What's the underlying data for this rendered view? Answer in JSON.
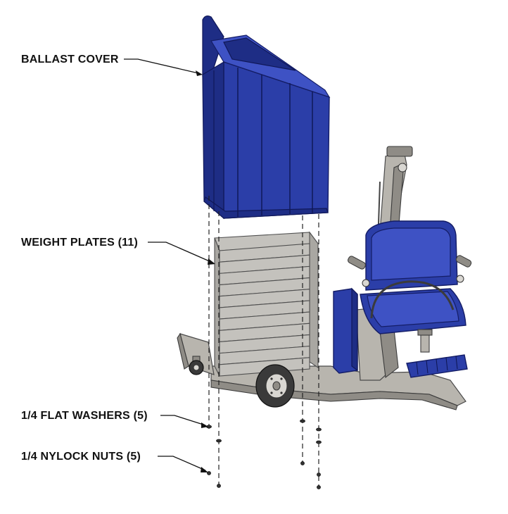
{
  "callouts": {
    "ballast_cover": "BALLAST COVER",
    "weight_plates": "WEIGHT PLATES (11)",
    "flat_washers": "1/4 FLAT WASHERS (5)",
    "nylock_nuts": "1/4 NYLOCK NUTS (5)"
  },
  "colors": {
    "ballast_blue": "#2b3ea8",
    "frame_gray": "#b8b5ae",
    "plate_gray": "#c4c2bd"
  }
}
